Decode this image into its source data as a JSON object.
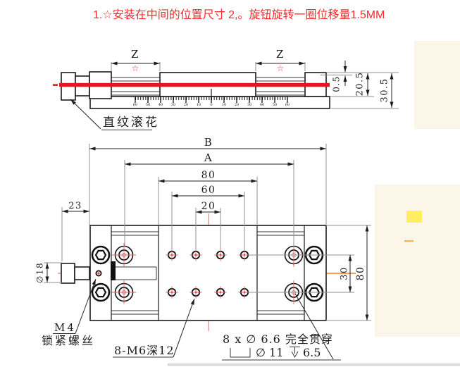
{
  "note": "1.☆安装在中间的位置尺寸 2,。旋钮旋转一圈位移量1.5MM",
  "top_view": {
    "z_left": "Z",
    "z_right": "Z",
    "star_left": "☆",
    "star_right": "☆",
    "dim_05": "0.5",
    "dim_205": "20.5",
    "dim_305": "30.5",
    "knurl_label": "直纹滚花",
    "ruler": [
      "60",
      "50",
      "40",
      "30",
      "20",
      "10",
      "0",
      "10",
      "20",
      "30",
      "40",
      "50",
      "60"
    ]
  },
  "bottom_view": {
    "dim_b": "B",
    "dim_a": "A",
    "dim_80_top": "80",
    "dim_60": "60",
    "dim_20": "20",
    "dim_23": "23",
    "dim_dia18": "∅18",
    "dim_30": "30",
    "dim_80_right": "80",
    "label_m4": "M4",
    "label_m4_sub": "锁紧螺丝",
    "label_m6": "8-M6深12",
    "label_cb_line1": "8 x ∅ 6.6 完全贯穿",
    "label_cb_dia": "∅ 11",
    "label_cb_depth": "6.5"
  }
}
